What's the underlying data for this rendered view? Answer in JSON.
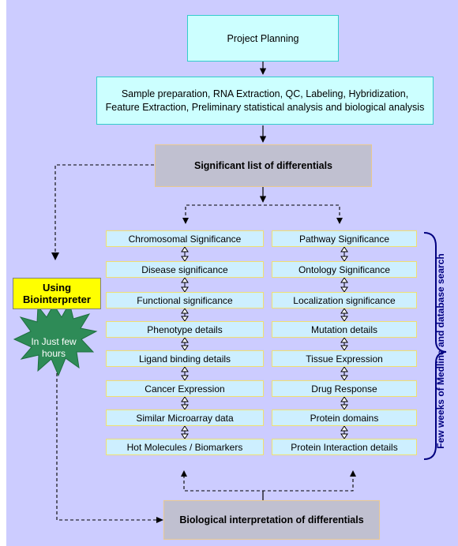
{
  "top": {
    "project": "Project Planning",
    "sample_line1": "Sample preparation, RNA Extraction, QC, Labeling, Hybridization,",
    "sample_line2": "Feature Extraction, Preliminary statistical analysis and biological analysis",
    "significant": "Significant list of differentials"
  },
  "left_column": [
    "Chromosomal Significance",
    "Disease significance",
    "Functional significance",
    "Phenotype details",
    "Ligand binding details",
    "Cancer Expression",
    "Similar Microarray data",
    "Hot Molecules / Biomarkers"
  ],
  "right_column": [
    "Pathway Significance",
    "Ontology Significance",
    "Localization significance",
    "Mutation details",
    "Tissue Expression",
    "Drug Response",
    "Protein domains",
    "Protein Interaction details"
  ],
  "tool": {
    "line1": "Using",
    "line2": "Biointerpreter"
  },
  "star": {
    "line1": "In Just few",
    "line2": "hours"
  },
  "side_label": "Few weeks of Medline and database search",
  "result": "Biological interpretation of differentials",
  "colors": {
    "background": "#ccccff",
    "cyan_box": "#ccffff",
    "item_box": "#cdefff",
    "grey_box": "#c0c0d0",
    "yellow": "#ffff00",
    "star": "#2e8b57",
    "side_text": "#000080"
  }
}
